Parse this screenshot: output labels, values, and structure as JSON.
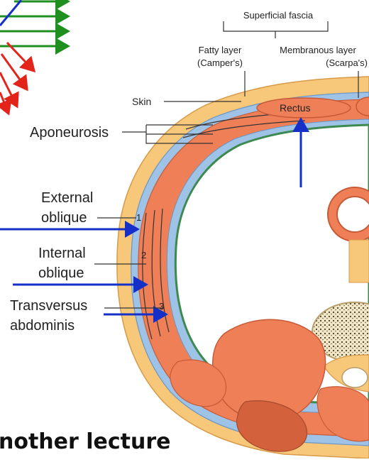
{
  "diagram": {
    "header": {
      "superficial_fascia": "Superficial fascia",
      "fatty_layer": "Fatty layer",
      "fatty_layer_sub": "(Camper's)",
      "membranous_layer": "Membranous layer",
      "membranous_layer_sub": "(Scarpa's)"
    },
    "labels": {
      "skin": "Skin",
      "rectus": "Rectus",
      "aponeurosis": "Aponeurosis",
      "external_oblique_1": "External",
      "external_oblique_2": "oblique",
      "internal_oblique_1": "Internal",
      "internal_oblique_2": "oblique",
      "transversus_1": "Transversus",
      "transversus_2": "abdominis"
    },
    "numbers": {
      "n1": "1",
      "n2": "2",
      "n3": "3"
    },
    "caption": "nother lecture",
    "colors": {
      "skin": "#f7c77a",
      "muscle": "#ee7f57",
      "muscle_dark": "#d2613c",
      "fascia": "#9fc3e6",
      "peritoneum_line": "#3c8a50",
      "arrow_blue": "#1430c8",
      "arrow_green": "#1f8f1f",
      "arrow_red": "#e3241b"
    }
  }
}
